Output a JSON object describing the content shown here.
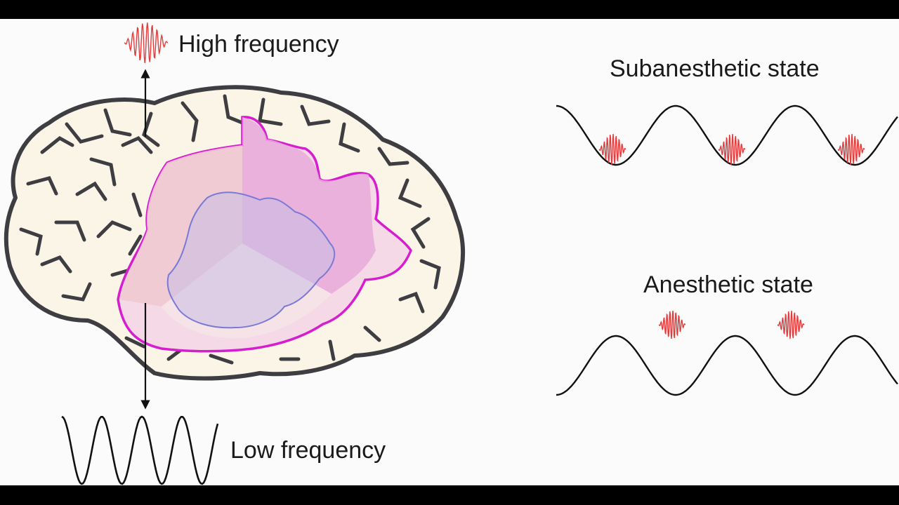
{
  "labels": {
    "high_frequency": "High frequency",
    "low_frequency": "Low frequency",
    "subanesthetic_state": "Subanesthetic state",
    "anesthetic_state": "Anesthetic state"
  },
  "colors": {
    "background": "#fbfbfb",
    "frame": "#000000",
    "wave": "#111111",
    "burst": "#e23b3b",
    "brain_fill": "#fbf5e8",
    "brain_outline": "#3e3e42",
    "cut_outline": "#d51fcf",
    "inner_outline": "#7a7ad6"
  },
  "icons": {
    "burst": "high-frequency-oscillation-icon",
    "arrow": "arrow-icon"
  }
}
